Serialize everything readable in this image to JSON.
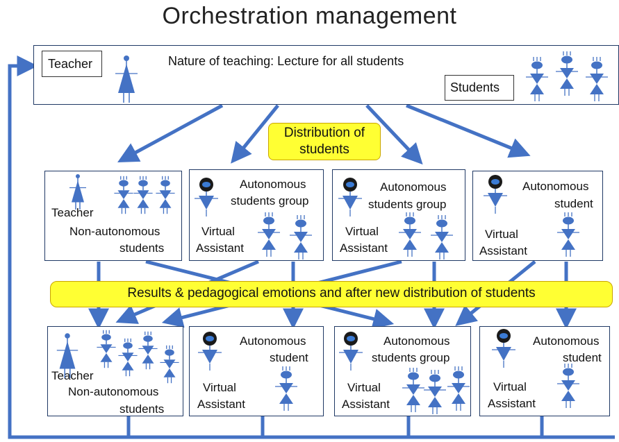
{
  "title": "Orchestration management",
  "top": {
    "teacher": "Teacher",
    "nature": "Nature of teaching: Lecture for all students",
    "students": "Students"
  },
  "distribution": {
    "line1": "Distribution of",
    "line2": "students"
  },
  "results_banner": "Results & pedagogical emotions and after new distribution of students",
  "row1": {
    "b1": {
      "teacher": "Teacher",
      "line1": "Non-autonomous",
      "line2": "students"
    },
    "b2": {
      "line1": "Autonomous",
      "line2": "students group",
      "va1": "Virtual",
      "va2": "Assistant"
    },
    "b3": {
      "line1": "Autonomous",
      "line2": "students group",
      "va1": "Virtual",
      "va2": "Assistant"
    },
    "b4": {
      "line1": "Autonomous",
      "line2": "student",
      "va1": "Virtual",
      "va2": "Assistant"
    }
  },
  "row2": {
    "b1": {
      "teacher": "Teacher",
      "line1": "Non-autonomous",
      "line2": "students"
    },
    "b2": {
      "line1": "Autonomous",
      "line2": "student",
      "va1": "Virtual",
      "va2": "Assistant"
    },
    "b3": {
      "line1": "Autonomous",
      "line2": "students group",
      "va1": "Virtual",
      "va2": "Assistant"
    },
    "b4": {
      "line1": "Autonomous",
      "line2": "student",
      "va1": "Virtual",
      "va2": "Assistant"
    }
  },
  "colors": {
    "arrow": "#4472c4",
    "highlight": "#ffff33",
    "figure": "#4472c4"
  }
}
